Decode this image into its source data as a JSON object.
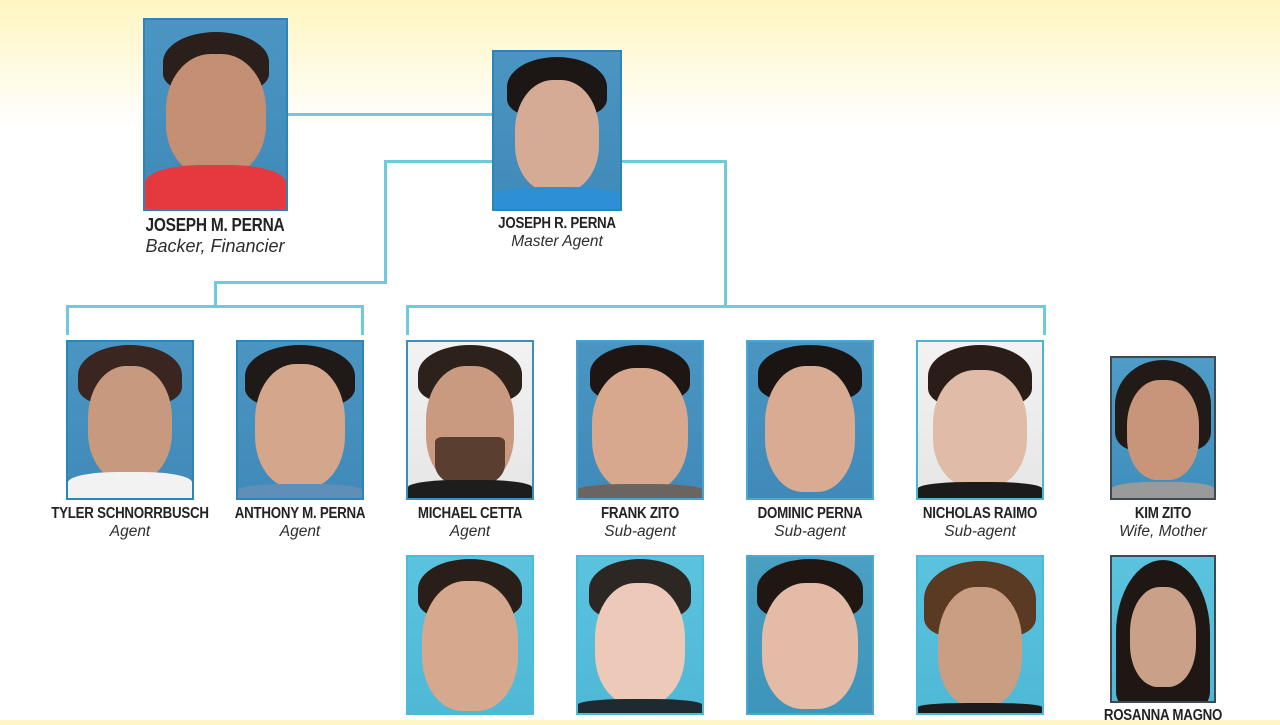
{
  "chart_title": "",
  "colors": {
    "connector": "#6fcadb",
    "photo_border": "#2b86b5",
    "background_top": "#fff6c2",
    "background_bottom": "#ffffff",
    "name_text": "#232323"
  },
  "people": {
    "joseph_m_perna": {
      "name": "JOSEPH M. PERNA",
      "role": "Backer, Financier"
    },
    "joseph_r_perna": {
      "name": "JOSEPH R. PERNA",
      "role": "Master Agent"
    },
    "tyler_schnorrbusch": {
      "name": "TYLER SCHNORRBUSCH",
      "role": "Agent"
    },
    "anthony_m_perna": {
      "name": "ANTHONY M. PERNA",
      "role": "Agent"
    },
    "michael_cetta": {
      "name": "MICHAEL CETTA",
      "role": "Agent"
    },
    "frank_zito": {
      "name": "FRANK ZITO",
      "role": "Sub-agent"
    },
    "dominic_perna": {
      "name": "DOMINIC PERNA",
      "role": "Sub-agent"
    },
    "nicholas_raimo": {
      "name": "NICHOLAS RAIMO",
      "role": "Sub-agent"
    },
    "kim_zito": {
      "name": "KIM ZITO",
      "role": "Wife, Mother"
    },
    "rosanna_magno": {
      "name": "ROSANNA MAGNO",
      "role": ""
    }
  },
  "hierarchy": {
    "root": "Joseph M. Perna",
    "links": [
      [
        "Joseph M. Perna",
        "Joseph R. Perna"
      ],
      [
        "Joseph R. Perna",
        "Tyler Schnorrbusch"
      ],
      [
        "Joseph R. Perna",
        "Anthony M. Perna"
      ],
      [
        "Joseph R. Perna",
        "Michael Cetta"
      ],
      [
        "Joseph R. Perna",
        "Frank Zito"
      ],
      [
        "Joseph R. Perna",
        "Dominic Perna"
      ],
      [
        "Joseph R. Perna",
        "Nicholas Raimo"
      ]
    ],
    "unlabeled_photos_bottom_row": 4
  }
}
